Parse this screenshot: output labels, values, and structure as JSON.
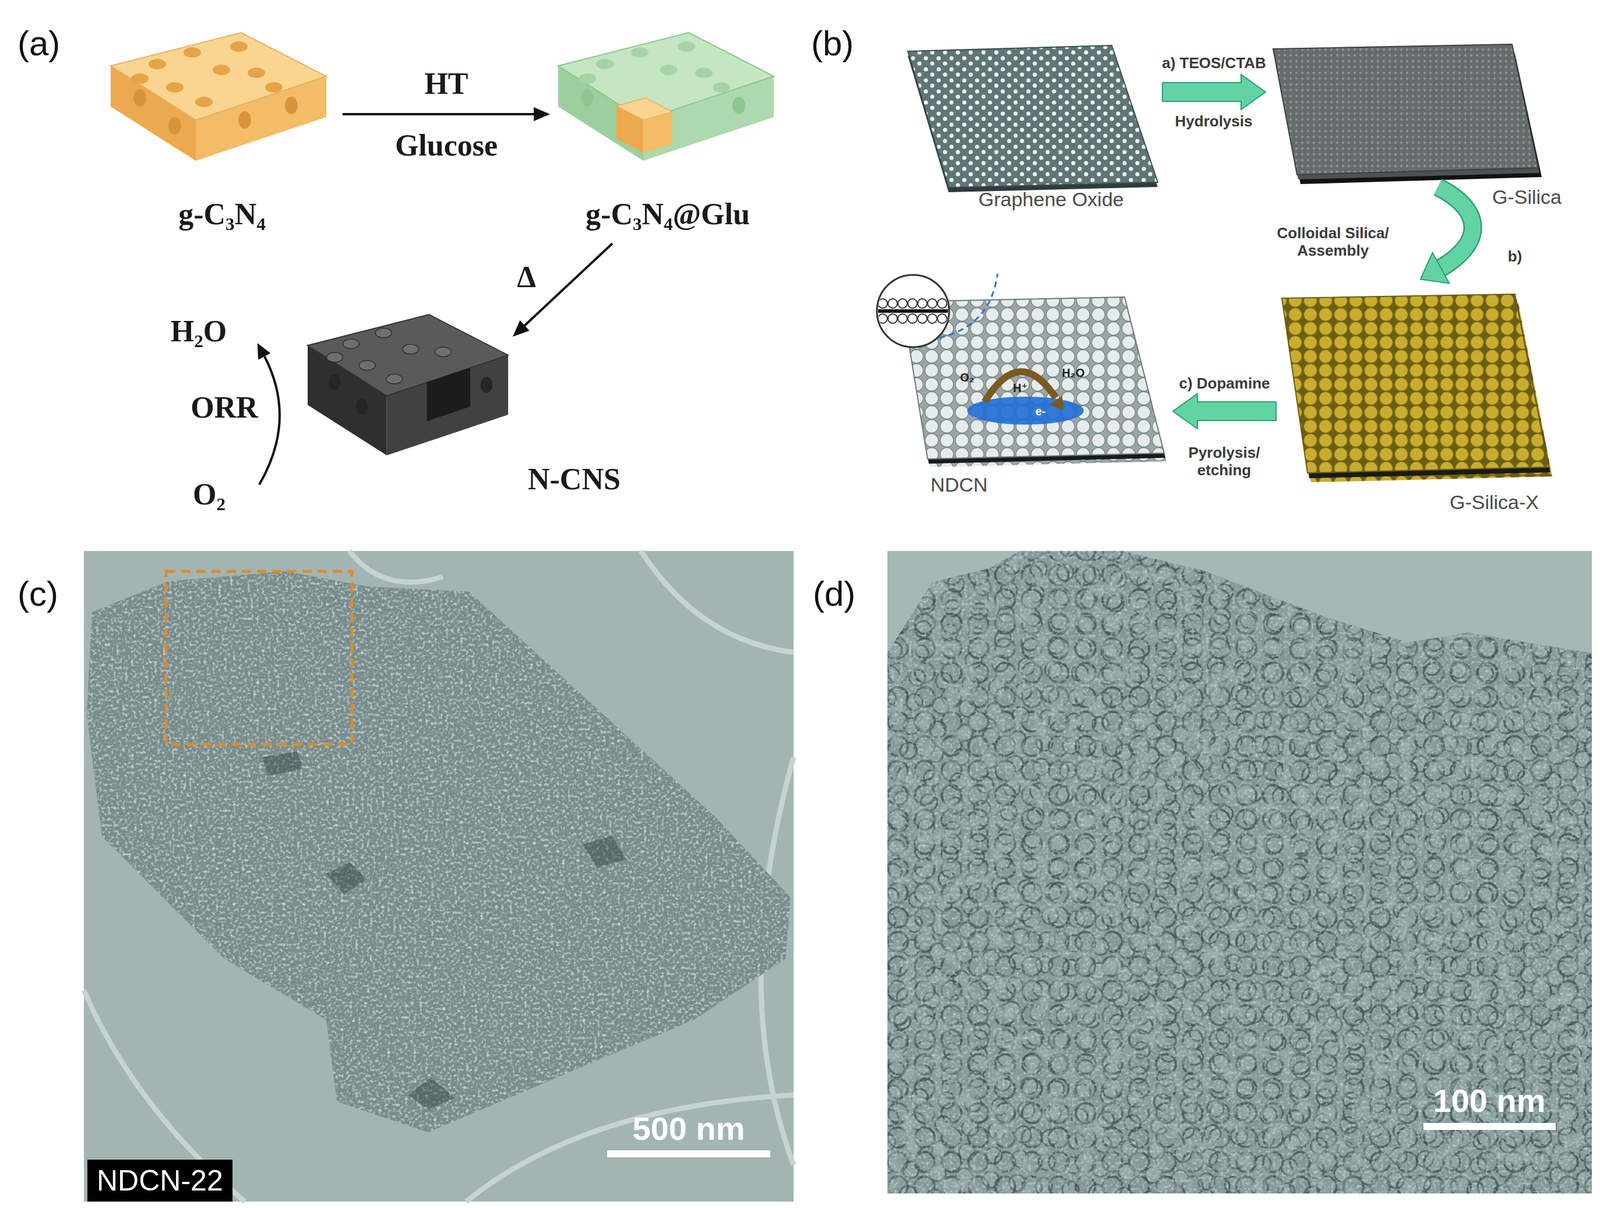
{
  "diagram": {
    "nodes": [
      {
        "text": [
          "g-C₃N₄"
        ]
      },
      {
        "text": [
          "g-C₃N₄@Glu"
        ]
      },
      {
        "text": [
          "N-CNS"
        ]
      },
      {
        "text": [
          "Graphene Oxide"
        ]
      },
      {
        "text": [
          "G-Silica"
        ]
      },
      {
        "text": [
          "G-Silica-X"
        ]
      },
      {
        "text": [
          "NDCN"
        ]
      }
    ],
    "edges": [
      {
        "from": 0,
        "to": 1,
        "arrow": "to",
        "label": "HT"
      },
      {
        "from": 1,
        "to": 2,
        "arrow": "to",
        "label": "Δ"
      },
      {
        "from": 3,
        "to": 4,
        "arrow": "to",
        "label": "a) TEOS/CTAB"
      },
      {
        "from": 4,
        "to": 5,
        "arrow": "to",
        "label": "Colloidal Silica/ Assembly"
      },
      {
        "from": 5,
        "to": 6,
        "arrow": "to",
        "label": "c) Dopamine"
      }
    ],
    "labels": [
      "(a)",
      "Glucose",
      "H₂O",
      "ORR",
      "O₂",
      "(b)",
      "Hydrolysis",
      "b)",
      "Pyrolysis/ etching",
      "O₂",
      "H⁺",
      "H₂O",
      "e-",
      "(c)",
      "NDCN-22",
      "500 nm",
      "(d)",
      "100 nm"
    ]
  }
}
